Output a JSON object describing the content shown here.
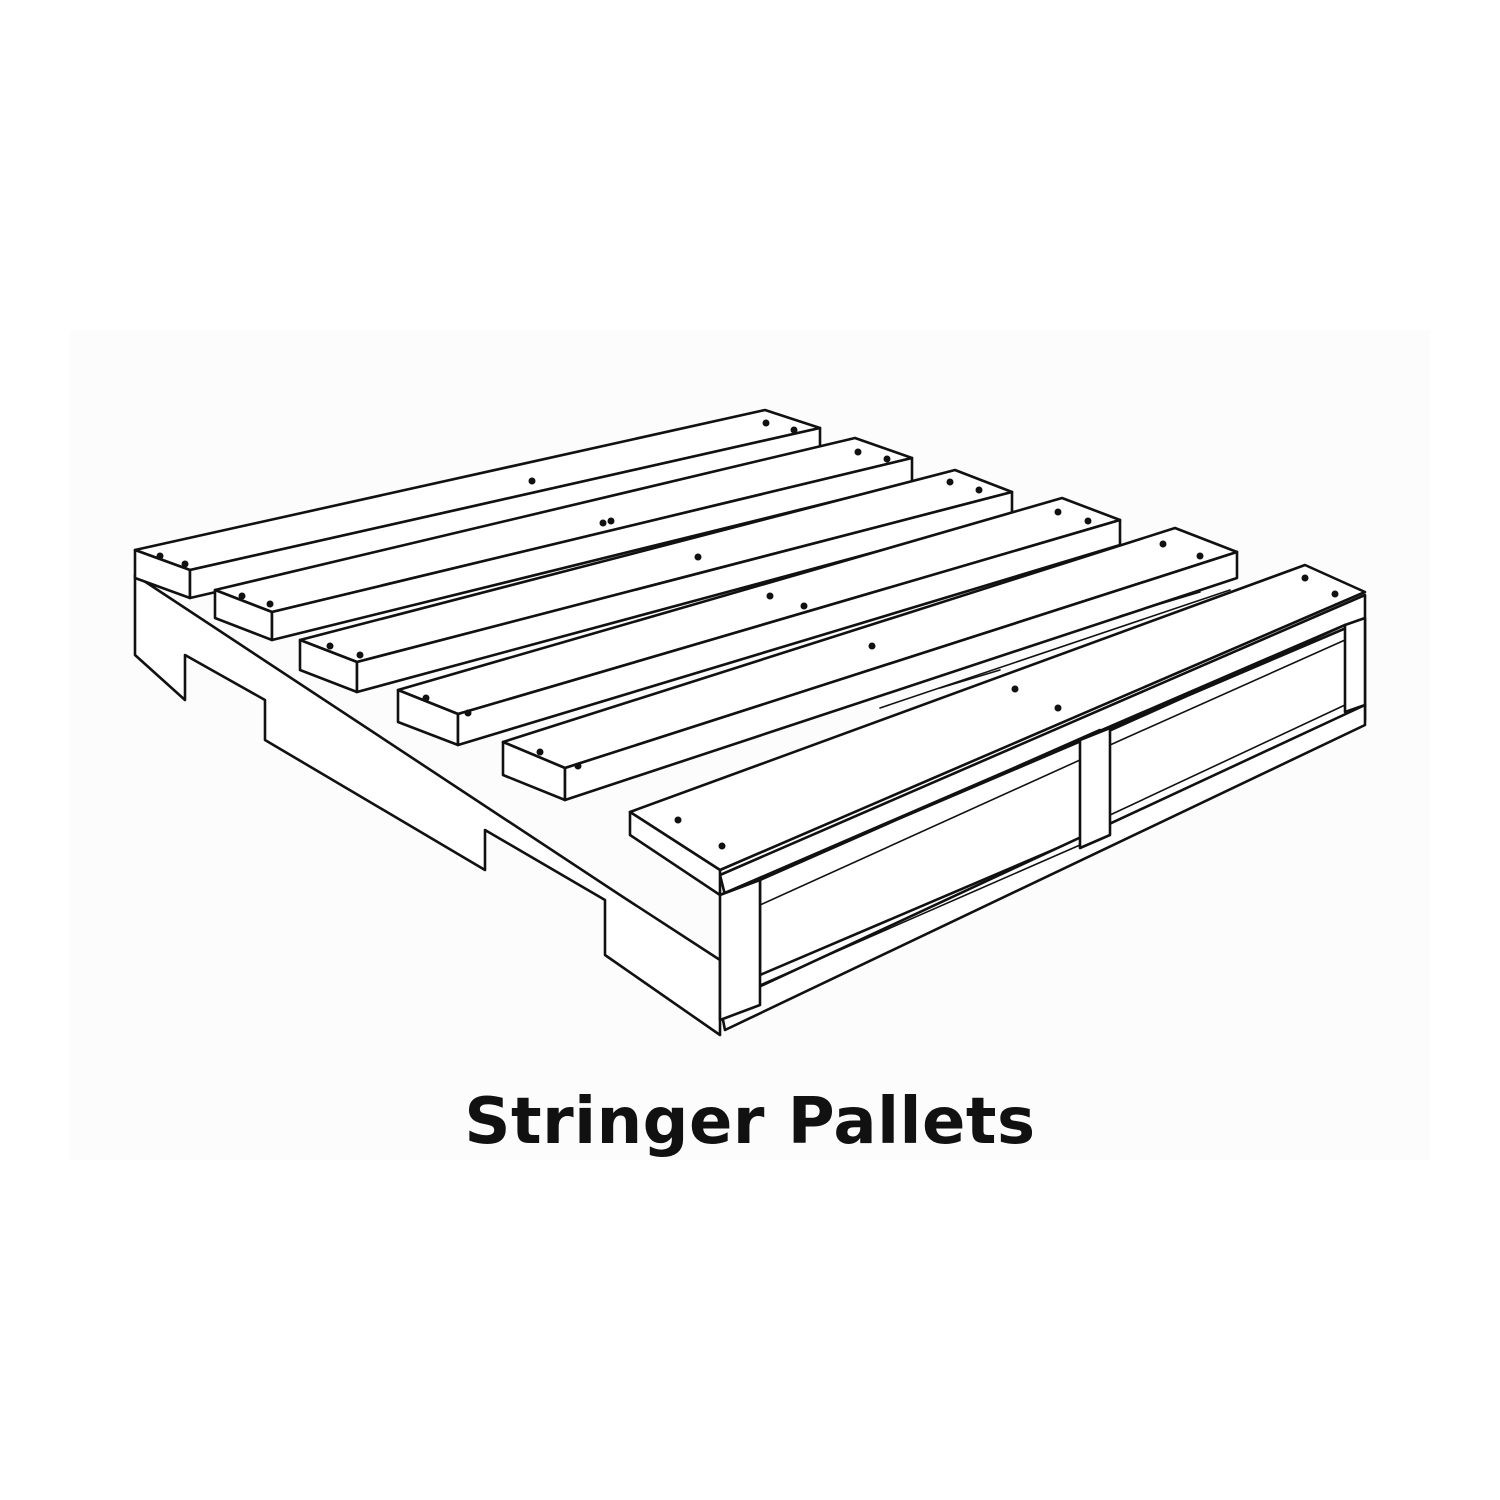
{
  "caption": "Stringer Pallets",
  "illustration": {
    "subject": "wooden stringer pallet",
    "top_deck_boards": 6,
    "stringers": 3,
    "colors": {
      "line": "#111111",
      "fill": "#ffffff",
      "background": "#fcfcfc"
    }
  }
}
